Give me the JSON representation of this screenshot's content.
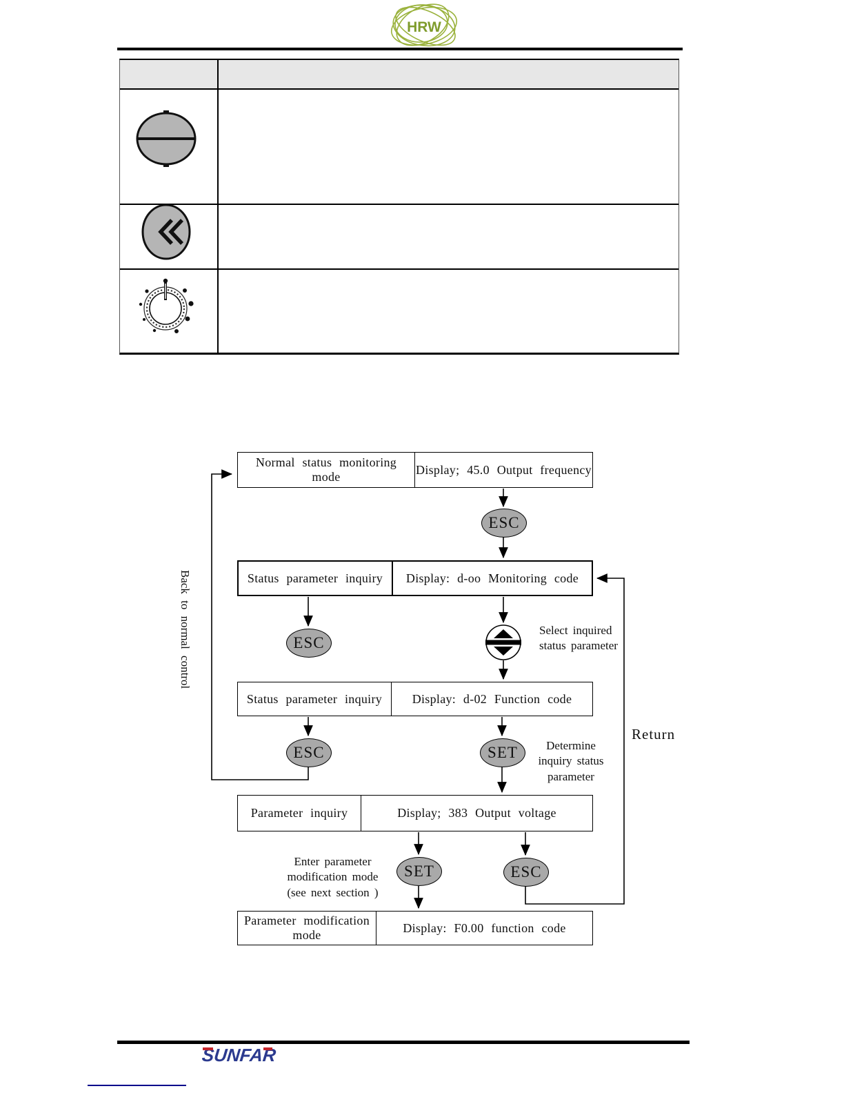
{
  "logo": {
    "text": "HRW"
  },
  "table": {
    "rows": [
      {
        "icon": "up-down-key-icon"
      },
      {
        "icon": "shift-key-icon"
      },
      {
        "icon": "potentiometer-knob-icon"
      }
    ]
  },
  "flowchart": {
    "esc_label": "ESC",
    "set_label": "SET",
    "boxes": [
      {
        "left": "Normal status monitoring mode",
        "right": "Display; 45.0 Output frequency"
      },
      {
        "left": "Status parameter inquiry",
        "right": "Display: d-oo Monitoring code"
      },
      {
        "left": "Status parameter inquiry",
        "right": "Display: d-02 Function code"
      },
      {
        "left": "Parameter inquiry",
        "right": "Display; 383 Output voltage"
      },
      {
        "left": "Parameter modification mode",
        "right": "Display: F0.00 function code"
      }
    ],
    "annotations": {
      "back_to_normal": "Back to normal control",
      "return": "Return",
      "select_line1": "Select inquired",
      "select_line2": "status parameter",
      "determine_line1": "Determine",
      "determine_line2": "inquiry status",
      "determine_line3": "parameter",
      "enter_line1": "Enter parameter",
      "enter_line2": "modification mode",
      "enter_line3": "(see next section )"
    }
  },
  "footer": {
    "brand": "SUNFAR"
  },
  "colors": {
    "logo_green": "#9ab23c",
    "sunfar_blue": "#2b3a8f",
    "sunfar_red": "#c4262c",
    "button_gray": "#a9a9a9",
    "table_header_gray": "#e7e7e7"
  }
}
